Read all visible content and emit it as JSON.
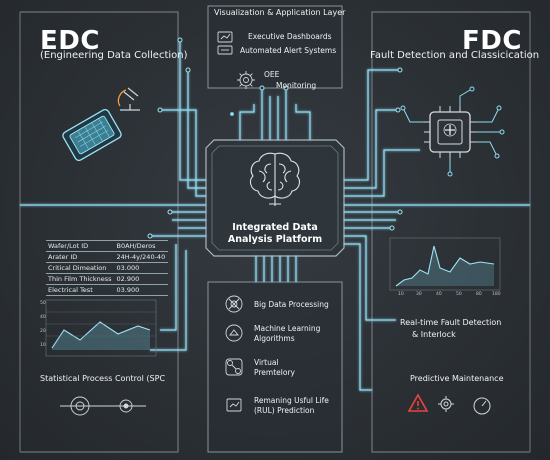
{
  "edc": {
    "title": "EDC",
    "subtitle": "(Engineering Data Collection)",
    "table": [
      {
        "label": "Wafer/Lot ID",
        "value": "B0AH/Deros"
      },
      {
        "label": "Arater ID",
        "value": "24H-4y/240-40"
      },
      {
        "label": "Critical Dimeation",
        "value": "03.000"
      },
      {
        "label": "Thin Film Thickness",
        "value": "02.900"
      },
      {
        "label": "Electrical Test",
        "value": "03.900"
      }
    ],
    "spc_label": "Statistical Process Control (SPC"
  },
  "fdc": {
    "title": "FDC",
    "subtitle": "Fault Detection and Classicication",
    "realtime_label": "Real-time Fault Detection",
    "interlock_label": "& Interlock",
    "predictive_label": "Predictive Maintenance"
  },
  "viz": {
    "title": "Visualization & Application Layer",
    "items": [
      "Executive Dashboards",
      "Automated Alert Systems"
    ],
    "oee": "OEE",
    "monitoring": "Monitoring"
  },
  "platform": {
    "title": "Integrated Data Analysis Platform"
  },
  "capabilities": {
    "big_data": "Big Data Processing",
    "ml_1": "Machine Learning",
    "ml_2": "Algorithms",
    "vm_1": "Virtual",
    "vm_2": "Premtelory",
    "rul_1": "Remaning Usful Life",
    "rul_2": "(RUL) Prediction"
  },
  "colors": {
    "accent": "#7fd6ee",
    "wire": "#8fdcf2",
    "panel_border": "#8a959c",
    "warning": "#e8453c"
  }
}
